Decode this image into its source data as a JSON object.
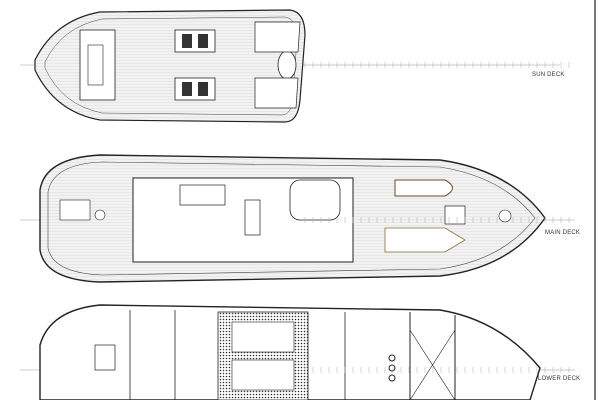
{
  "title": "Deck plans",
  "decks": [
    {
      "label": "SUN DECK"
    },
    {
      "label": "MAIN DECK"
    },
    {
      "label": "LOWER DECK"
    }
  ],
  "colors": {
    "line": "#222222",
    "deck_fill": "#eeeeee",
    "hatch": "#999999"
  }
}
